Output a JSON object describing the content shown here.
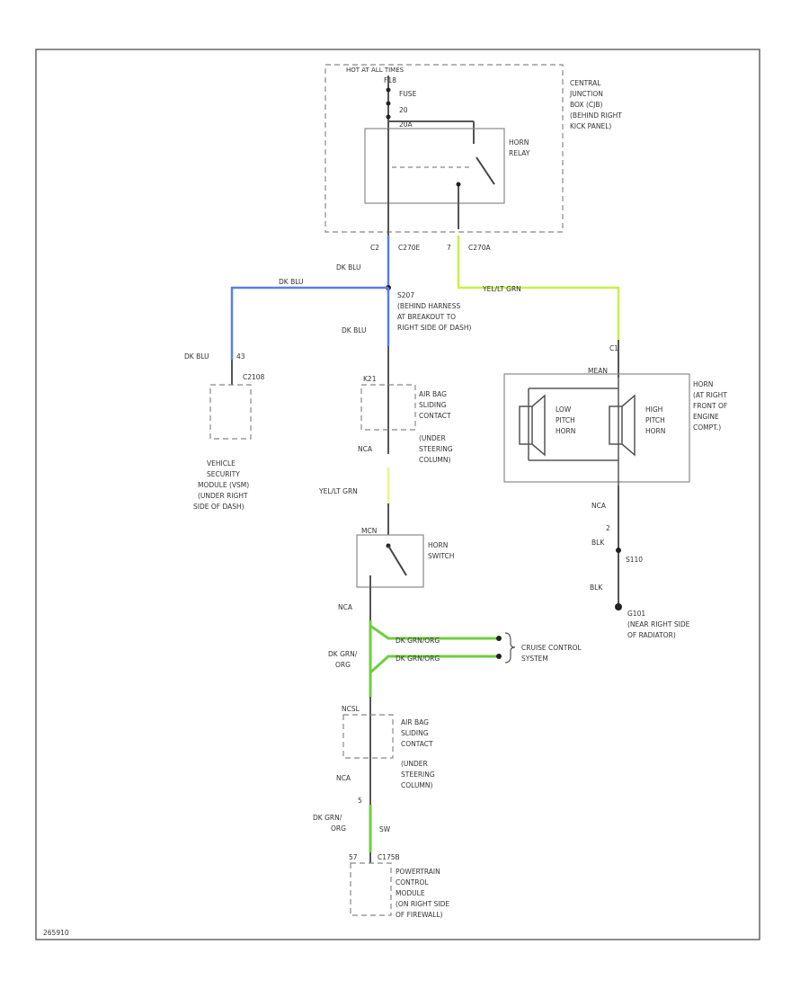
{
  "colors": {
    "dk_blu": "#5b7ee8",
    "yel_grn": "#c6f24a",
    "yel_grn_light": "#eef59a",
    "dk_grn_org": "#6fcf3e",
    "black": "#555555"
  },
  "labels": {
    "hot_at_all_times": "HOT AT ALL TIMES",
    "fuse_num": "F18",
    "fuse": "FUSE",
    "fuse_rating": "20",
    "fuse_rating_a": "20A",
    "central_junction_box": [
      "CENTRAL",
      "JUNCTION",
      "BOX (CJB)",
      "(BEHIND RIGHT",
      "KICK PANEL)"
    ],
    "horn_relay": [
      "HORN",
      "RELAY"
    ],
    "pin_c2": "C2",
    "conn_c270e": "C270E",
    "pin_7": "7",
    "conn_c270a": "C270A",
    "dk_blu_1": "DK BLU",
    "dk_blu_2": "DK BLU",
    "dk_blu_3": "DK BLU",
    "dk_blu_4": "DK BLU",
    "splice_s207": [
      "S207",
      "(BEHIND HARNESS",
      "AT BREAKOUT TO",
      "RIGHT SIDE OF DASH)"
    ],
    "yel_grn_1": "YEL/LT GRN",
    "yel_grn_2": "YEL/LT GRN",
    "vsm_connector": "C2108",
    "vsm_pin": "43",
    "vsm": [
      "VEHICLE",
      "SECURITY",
      "MODULE (VSM)",
      "(UNDER RIGHT",
      "SIDE OF DASH)"
    ],
    "pin_k21": "K21",
    "airbag_1": [
      "AIR BAG",
      "SLIDING",
      "CONTACT",
      "(UNDER",
      "STEERING",
      "COLUMN)"
    ],
    "ncs_1": "NCA",
    "horn_pin_c1": "C1",
    "horn_pin_mean": "MEAN",
    "horn": [
      "HORN",
      "(AT RIGHT",
      "FRONT OF",
      "ENGINE",
      "COMPT.)"
    ],
    "low_pitch": [
      "LOW",
      "PITCH",
      "HORN"
    ],
    "high_pitch": [
      "HIGH",
      "PITCH",
      "HORN"
    ],
    "mcn": "MCN",
    "horn_switch": [
      "HORN",
      "SWITCH"
    ],
    "nca_horn": "NCA",
    "pin_2": "2",
    "blk_1": "BLK",
    "splice_s110": "S110",
    "blk_2": "BLK",
    "ground_g101": [
      "G101",
      "(NEAR RIGHT SIDE",
      "OF RADIATOR)"
    ],
    "nca_2": "NCA",
    "dk_grn_org_1": [
      "DK GRN/",
      "ORG"
    ],
    "dk_grn_org_2": "DK GRN/ORG",
    "dk_grn_org_3": "DK GRN/ORG",
    "cruise_control": [
      "CRUISE CONTROL",
      "SYSTEM"
    ],
    "pin_ncsl": "NCSL",
    "airbag_2": [
      "AIR BAG",
      "SLIDING",
      "CONTACT",
      "(UNDER",
      "STEERING",
      "COLUMN)"
    ],
    "nca_3": "NCA",
    "pin_5": "5",
    "dk_grn_org_4": [
      "DK GRN/",
      "ORG"
    ],
    "sw_label": "SW",
    "pcm_connector": "C175B",
    "pcm_pin": "57",
    "pcm": [
      "POWERTRAIN",
      "CONTROL",
      "MODULE",
      "(ON RIGHT SIDE",
      "OF FIREWALL)"
    ],
    "footer_id": "265910"
  }
}
